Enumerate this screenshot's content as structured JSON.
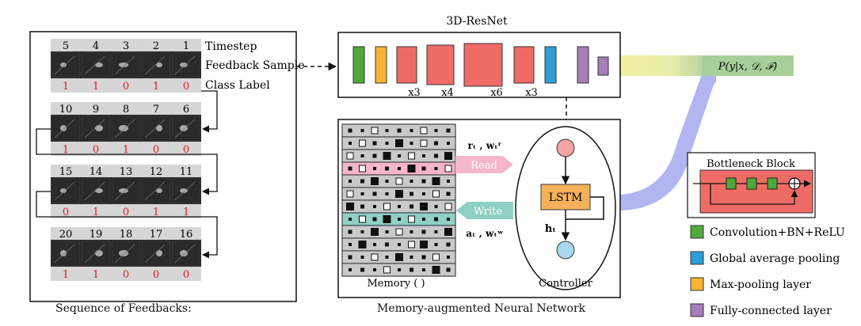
{
  "feedback_panel": {
    "caption": "Sequence of Feedbacks:",
    "row_labels": [
      "Timestep",
      "Feedback Sample",
      "Class Label"
    ],
    "rows": [
      {
        "timesteps": [
          "5",
          "4",
          "3",
          "2",
          "1"
        ],
        "labels": [
          "1",
          "1",
          "0",
          "1",
          "0"
        ]
      },
      {
        "timesteps": [
          "10",
          "9",
          "8",
          "7",
          "6"
        ],
        "labels": [
          "1",
          "0",
          "1",
          "0",
          "0"
        ]
      },
      {
        "timesteps": [
          "15",
          "14",
          "13",
          "12",
          "11"
        ],
        "labels": [
          "0",
          "1",
          "0",
          "1",
          "1"
        ]
      },
      {
        "timesteps": [
          "20",
          "19",
          "18",
          "17",
          "16"
        ],
        "labels": [
          "1",
          "1",
          "0",
          "0",
          "0"
        ]
      }
    ]
  },
  "resnet": {
    "title": "3D-ResNet",
    "multipliers": [
      "x3",
      "x4",
      "x6",
      "x3"
    ]
  },
  "mann": {
    "caption": "Memory-augmented Neural Network",
    "memory_label": "Memory (     )",
    "read_label": "Read",
    "write_label": "Write",
    "read_vars": "rₜ , wₜʳ",
    "write_vars": "aₜ , wₜʷ",
    "hidden_label": "hₜ",
    "lstm_label": "LSTM",
    "controller_label": "Controller"
  },
  "output_label": "P(y|x, 𝒟, ℱ)",
  "bottleneck": {
    "title": "Bottleneck Block"
  },
  "legend": [
    {
      "label": "Convolution+BN+ReLU",
      "color": "#4ea83a"
    },
    {
      "label": "Global average pooling",
      "color": "#2c9fd9"
    },
    {
      "label": "Max-pooling layer",
      "color": "#f5b533"
    },
    {
      "label": "Fully-connected layer",
      "color": "#a77db8"
    }
  ],
  "colors": {
    "red_label": "#e02020",
    "block_red": "#ef6b66",
    "read_band": "#f4b6c8",
    "write_band": "#8fd0c4",
    "lstm_fill": "#f7b15a",
    "input_node": "#f5a3a3",
    "output_node": "#a8d8ef",
    "yellow_band": "#f3f1a0",
    "green_band": "#a8cf9a",
    "blue_band": "#a8aef0"
  }
}
